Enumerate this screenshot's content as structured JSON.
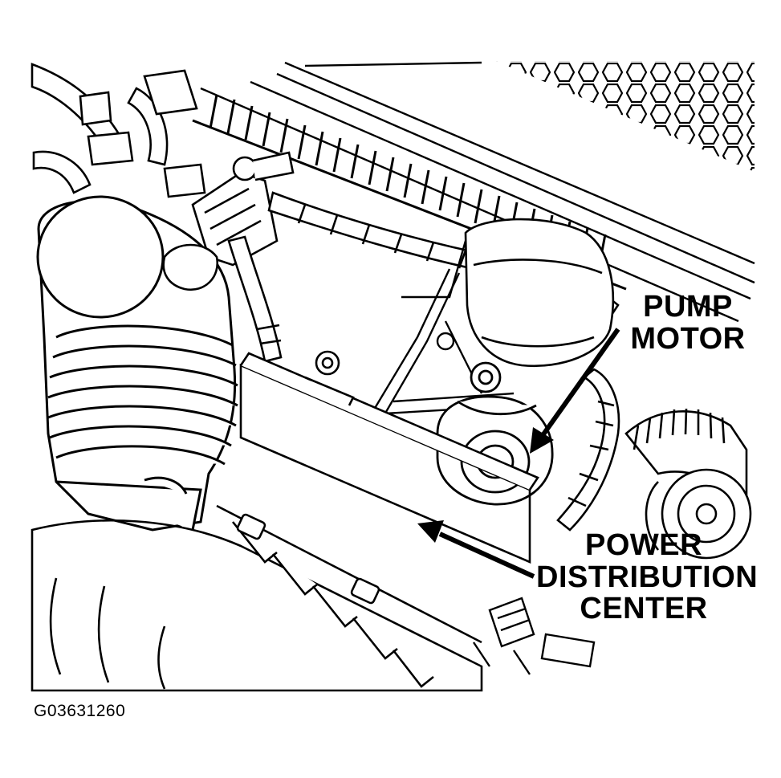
{
  "labels": {
    "pump_motor": [
      "PUMP",
      "MOTOR"
    ],
    "power_distribution_center": [
      "POWER",
      "DISTRIBUTION",
      "CENTER"
    ]
  },
  "figure_id": "G03631260",
  "colors": {
    "ink": "#000000",
    "paper": "#ffffff"
  }
}
